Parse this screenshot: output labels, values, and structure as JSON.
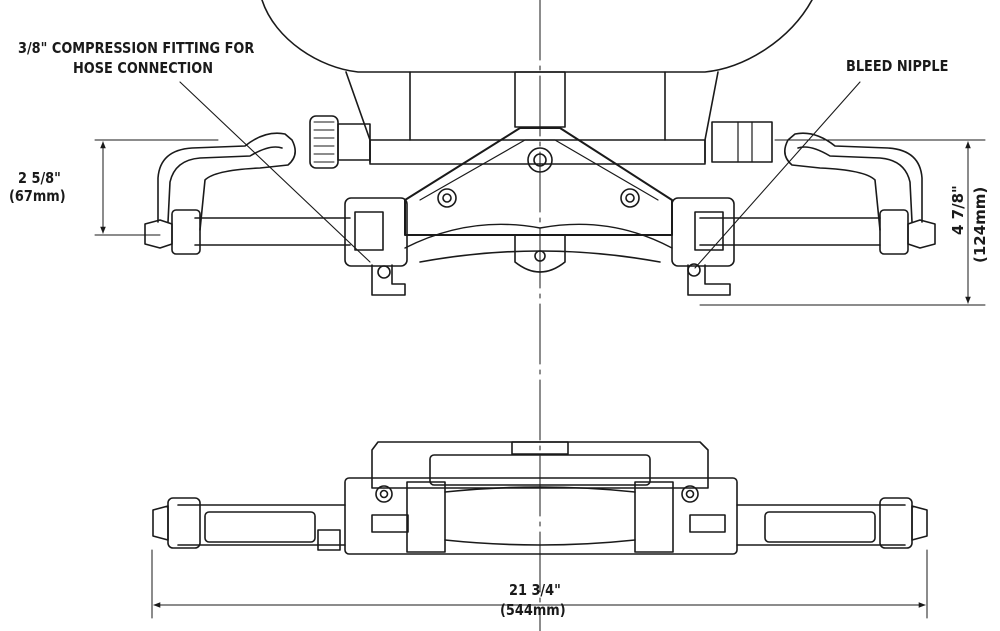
{
  "callouts": {
    "fitting_line1": "3/8\" COMPRESSION FITTING FOR",
    "fitting_line2": "HOSE CONNECTION",
    "bleed_nipple": "BLEED NIPPLE"
  },
  "dimensions": {
    "left_height": "2 5/8\"",
    "left_height_metric": "(67mm)",
    "right_height": "4 7/8\"",
    "right_height_metric": "(124mm)",
    "width": "21 3/4\"",
    "width_metric": "(544mm)"
  },
  "colors": {
    "ink": "#1a1a1a",
    "paper": "#ffffff"
  }
}
